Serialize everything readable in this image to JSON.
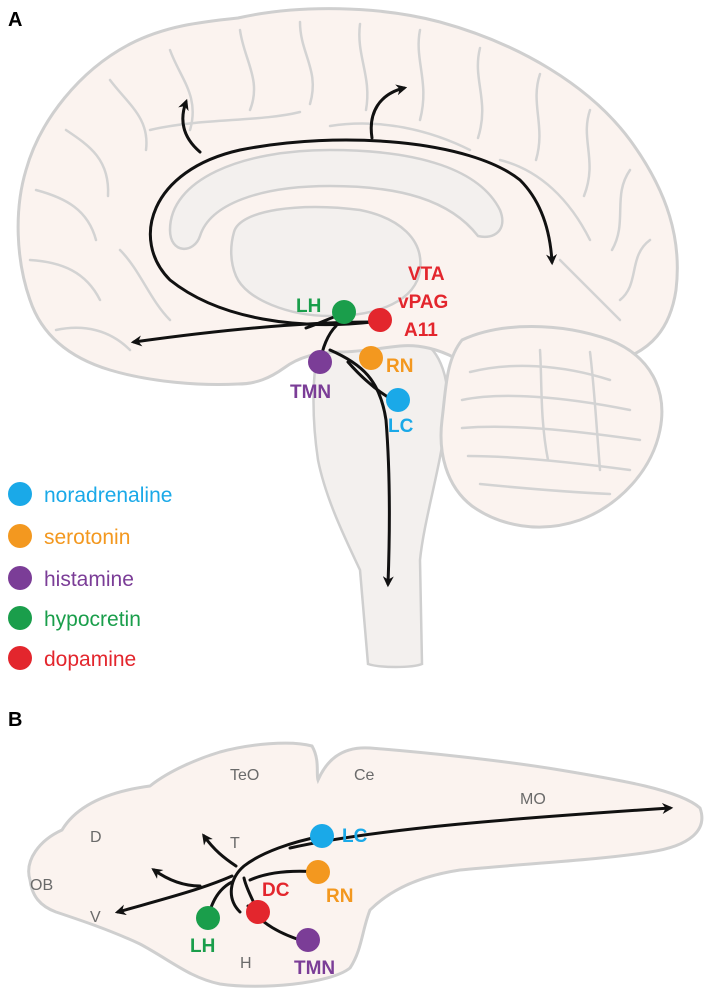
{
  "panels": {
    "a": {
      "letter": "A"
    },
    "b": {
      "letter": "B"
    }
  },
  "colors": {
    "noradrenaline": "#1aa9e8",
    "serotonin": "#f3981f",
    "histamine": "#7b3d97",
    "hypocretin": "#1a9e4b",
    "dopamine": "#e3262d"
  },
  "legend": [
    {
      "key": "noradrenaline",
      "label": "noradrenaline"
    },
    {
      "key": "serotonin",
      "label": "serotonin"
    },
    {
      "key": "histamine",
      "label": "histamine"
    },
    {
      "key": "hypocretin",
      "label": "hypocretin"
    },
    {
      "key": "dopamine",
      "label": "dopamine"
    }
  ],
  "human_nuclei": {
    "vta": "VTA",
    "vpag": "vPAG",
    "a11": "A11",
    "lh": "LH",
    "rn": "RN",
    "tmn": "TMN",
    "lc": "LC"
  },
  "zebrafish_nuclei": {
    "lc": "LC",
    "dc": "DC",
    "rn": "RN",
    "lh": "LH",
    "tmn": "TMN"
  },
  "zebrafish_regions": {
    "teo": "TeO",
    "ce": "Ce",
    "mo": "MO",
    "d": "D",
    "t": "T",
    "ob": "OB",
    "v": "V",
    "h": "H"
  }
}
